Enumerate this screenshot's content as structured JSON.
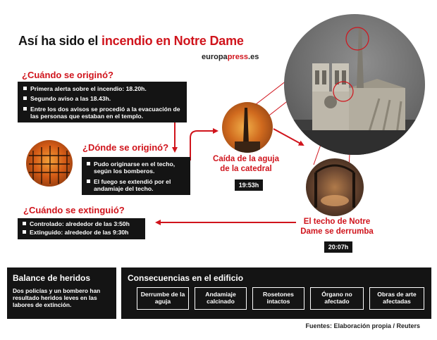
{
  "header": {
    "title_prefix": "Así ha sido el ",
    "title_highlight": "incendio en Notre Dame",
    "brand_part1": "europa",
    "brand_part2": "press",
    "brand_part3": ".es"
  },
  "origin_time": {
    "question": "¿Cuándo se originó?",
    "items": [
      "Primera alerta sobre el incendio: 18.20h.",
      "Segundo aviso a las 18.43h.",
      "Entre los dos avisos se procedió a la evacuación de las personas que estaban en el templo."
    ]
  },
  "origin_place": {
    "question": "¿Dónde se originó?",
    "items": [
      "Pudo originarse en el techo, según los bomberos.",
      "El fuego se extendió por el andamiaje del techo."
    ]
  },
  "extinguished": {
    "question": "¿Cuándo se extinguió?",
    "items": [
      "Controlado: alrededor de las 3:50h",
      "Extinguido: alrededor de las 9:30h"
    ]
  },
  "spire_event": {
    "caption": "Caída de la aguja de la catedral",
    "time": "19:53h"
  },
  "roof_event": {
    "caption": "El techo de Notre Dame se derrumba",
    "time": "20:07h"
  },
  "injuries": {
    "title": "Balance de heridos",
    "text": "Dos policías y un bombero han resultado heridos leves en las labores de extinción."
  },
  "consequences": {
    "title": "Consecuencias en el edificio",
    "items": [
      "Derrumbe de la aguja",
      "Andamiaje calcinado",
      "Rosetones intactos",
      "Órgano no afectado",
      "Obras de arte afectadas"
    ]
  },
  "sources": "Fuentes: Elaboración propia / Reuters",
  "colors": {
    "accent": "#d0141c",
    "dark_box": "#141414"
  }
}
